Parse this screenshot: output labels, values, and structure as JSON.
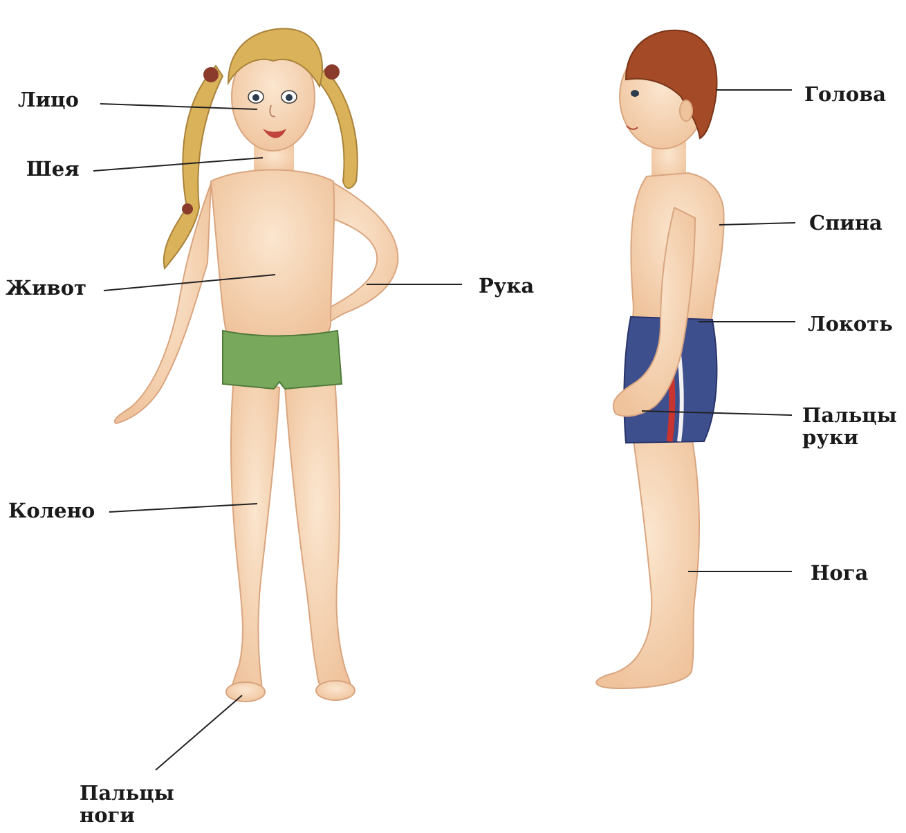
{
  "labels": {
    "face": "Лицо",
    "neck": "Шея",
    "belly": "Живот",
    "arm": "Рука",
    "knee": "Колено",
    "toes_line1": "Пальцы",
    "toes_line2": "ноги",
    "head": "Голова",
    "back": "Спина",
    "elbow": "Локоть",
    "fingers_line1": "Пальцы",
    "fingers_line2": "руки",
    "leg": "Нога"
  },
  "colors": {
    "skin": "#f7d9bc",
    "skin_shade": "#e8b48f",
    "girl_hair": "#d9b25a",
    "boy_hair": "#a44a26",
    "girl_shorts": "#78a85c",
    "boy_shorts": "#3e4f8e",
    "stripe_red": "#c8342f",
    "leader_line": "#222222"
  }
}
